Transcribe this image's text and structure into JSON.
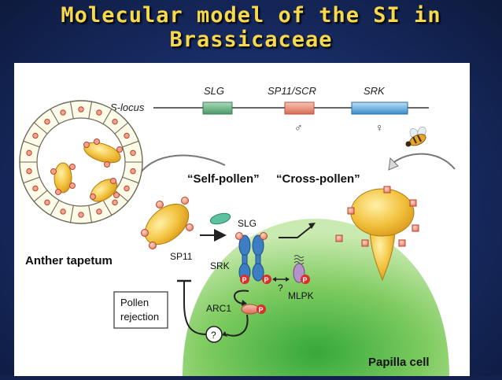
{
  "slide": {
    "title_line1": "Molecular model of the SI in",
    "title_line2": "Brassicaceae"
  },
  "colors": {
    "background": "#172b63",
    "title": "#f7d94b",
    "pollen": "#f0be3c",
    "papilla": "#8fd16a",
    "slg_gene": "#6fb58a",
    "sp11_gene": "#e88a76",
    "srk_gene": "#5ca3d6",
    "receptor": "#3c7dc4",
    "phospho": "#d9302a",
    "mlpk": "#b493c8"
  },
  "diagram": {
    "s_locus_label": "S-locus",
    "gene_slg": "SLG",
    "gene_sp11": "SP11/SCR",
    "gene_srk": "SRK",
    "male_symbol": "♂",
    "female_symbol": "♀",
    "self_pollen": "“Self-pollen”",
    "cross_pollen": "“Cross-pollen”",
    "anther_tapetum": "Anther tapetum",
    "slg_label": "SLG",
    "sp11_label": "SP11",
    "srk_label": "SRK",
    "p_label": "P",
    "question": "?",
    "mlpk_label": "MLPK",
    "arc1_label": "ARC1",
    "pollen_rejection_line1": "Pollen",
    "pollen_rejection_line2": "rejection",
    "papilla_cell": "Papilla cell",
    "bee_icon": "bee-icon"
  }
}
